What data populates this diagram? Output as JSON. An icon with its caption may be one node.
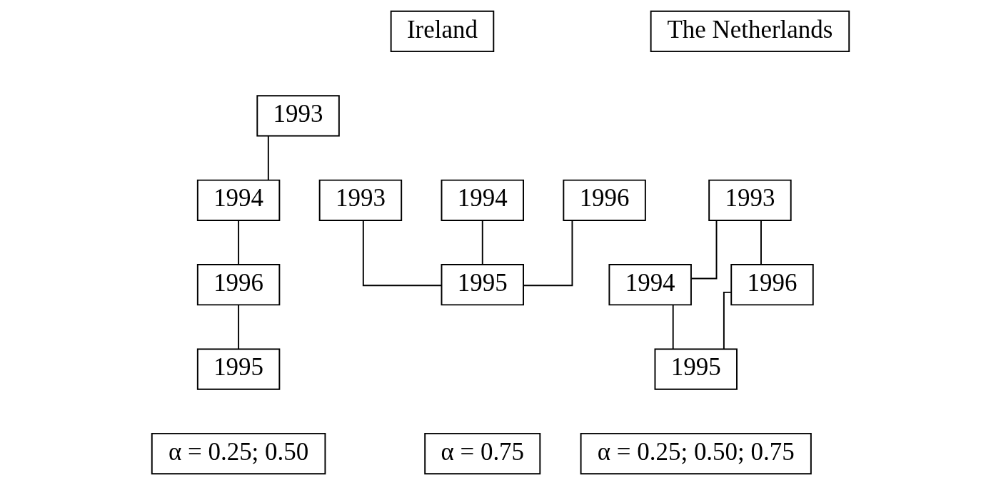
{
  "diagram": {
    "nodes": [
      {
        "text": [
          "Ireland"
        ]
      },
      {
        "text": [
          "The Netherlands"
        ]
      },
      {
        "text": [
          "1993"
        ]
      },
      {
        "text": [
          "1994"
        ]
      },
      {
        "text": [
          "1996"
        ]
      },
      {
        "text": [
          "1995"
        ]
      },
      {
        "text": [
          "1993"
        ]
      },
      {
        "text": [
          "1994"
        ]
      },
      {
        "text": [
          "1996"
        ]
      },
      {
        "text": [
          "1995"
        ]
      },
      {
        "text": [
          "1993"
        ]
      },
      {
        "text": [
          "1994"
        ]
      },
      {
        "text": [
          "1996"
        ]
      },
      {
        "text": [
          "1995"
        ]
      },
      {
        "text": [
          "α = 0.25; 0.50"
        ]
      },
      {
        "text": [
          "α = 0.75"
        ]
      },
      {
        "text": [
          "α = 0.25; 0.50; 0.75"
        ]
      }
    ],
    "edges": [
      {
        "from": 2,
        "to": 3,
        "arrow": "none"
      },
      {
        "from": 3,
        "to": 4,
        "arrow": "none"
      },
      {
        "from": 4,
        "to": 5,
        "arrow": "none"
      },
      {
        "from": 6,
        "to": 9,
        "arrow": "none"
      },
      {
        "from": 7,
        "to": 9,
        "arrow": "none"
      },
      {
        "from": 8,
        "to": 9,
        "arrow": "none"
      },
      {
        "from": 10,
        "to": 11,
        "arrow": "none"
      },
      {
        "from": 10,
        "to": 12,
        "arrow": "none"
      },
      {
        "from": 11,
        "to": 13,
        "arrow": "none"
      },
      {
        "from": 12,
        "to": 13,
        "arrow": "none"
      }
    ]
  }
}
